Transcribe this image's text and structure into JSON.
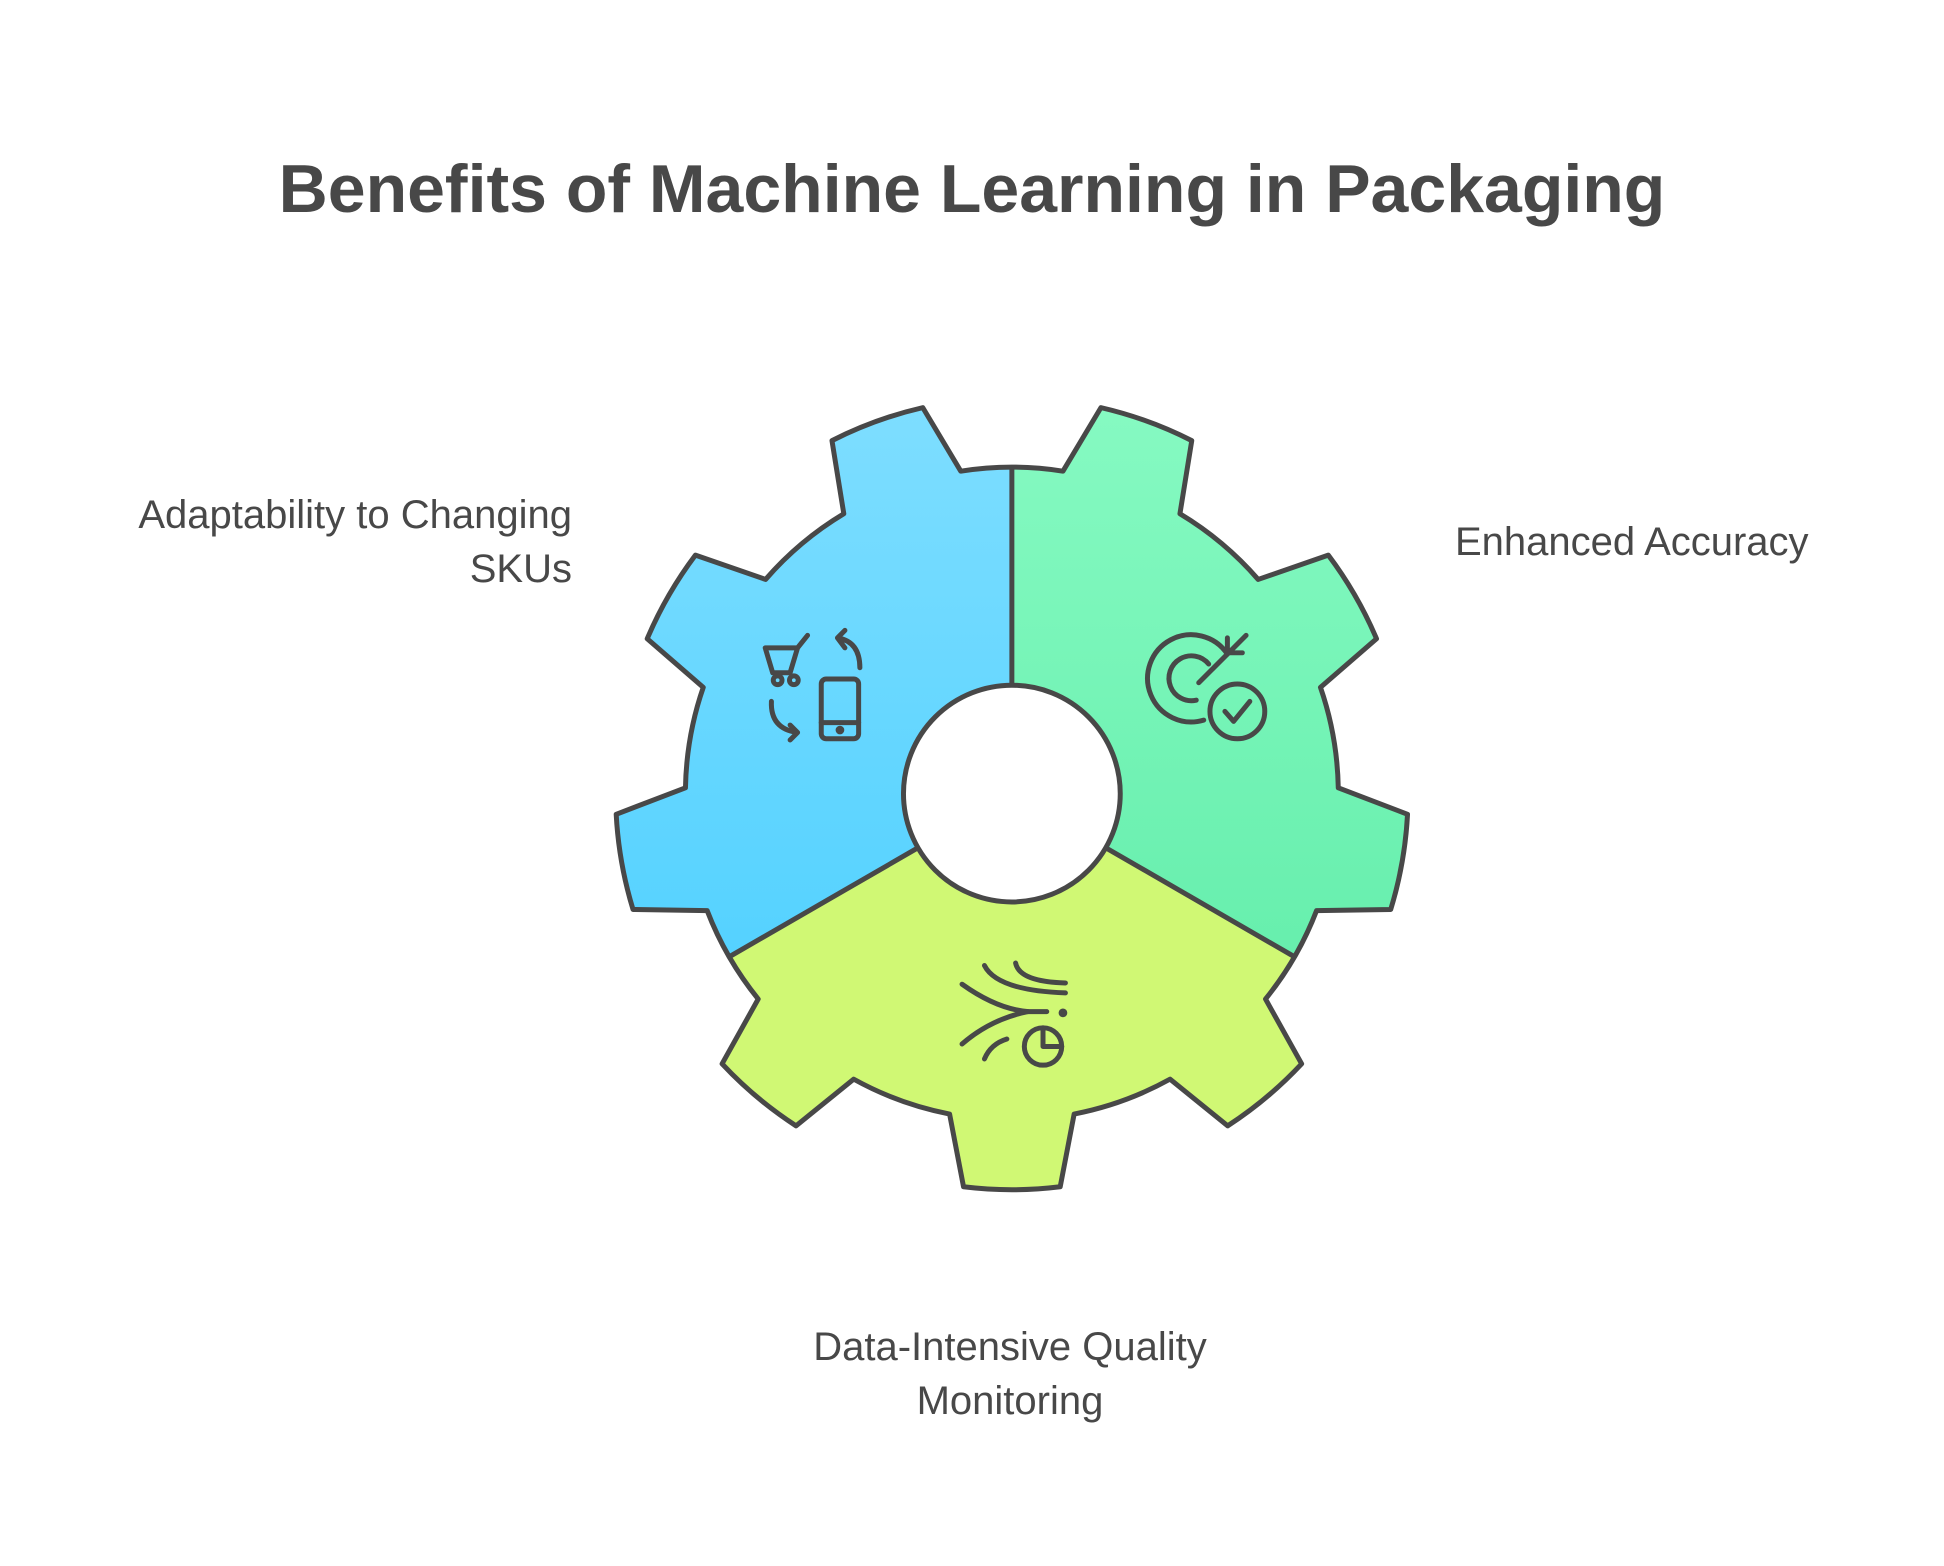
{
  "title": "Benefits of Machine Learning in Packaging",
  "segments": [
    {
      "label_line1": "Adaptability to Changing",
      "label_line2": "SKUs",
      "icon": "cart-phone-swap-icon",
      "color_top": "#84DFFF",
      "color_bottom": "#4FD0FF"
    },
    {
      "label": "Enhanced Accuracy",
      "icon": "target-check-icon",
      "color_top": "#8CFCC4",
      "color_bottom": "#66EDAE"
    },
    {
      "label_line1": "Data-Intensive Quality",
      "label_line2": "Monitoring",
      "icon": "data-flow-chart-icon",
      "color": "#D0F874"
    }
  ],
  "stroke_color": "#484848"
}
